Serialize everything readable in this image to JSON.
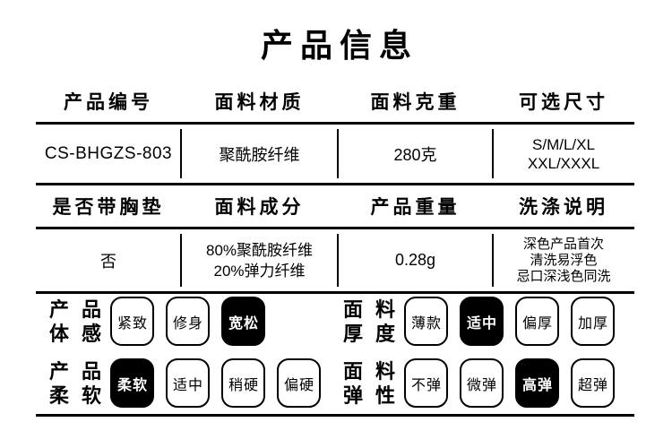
{
  "title": "产品信息",
  "colors": {
    "text": "#000000",
    "background": "#ffffff",
    "selected_chip_bg": "#000000",
    "selected_chip_text": "#ffffff"
  },
  "table": {
    "headers_row1": [
      "产品编号",
      "面料材质",
      "面料克重",
      "可选尺寸"
    ],
    "values_row1": {
      "product_code": "CS-BHGZS-803",
      "fabric_material": "聚酰胺纤维",
      "fabric_weight": "280克",
      "sizes_lines": [
        "S/M/L/XL",
        "XXL/XXXL"
      ]
    },
    "headers_row2": [
      "是否带胸垫",
      "面料成分",
      "产品重量",
      "洗涤说明"
    ],
    "values_row2": {
      "chest_pad": "否",
      "fabric_composition_lines": [
        "80%聚酰胺纤维",
        "20%弹力纤维"
      ],
      "product_weight": "0.28g",
      "washing_lines": [
        "深色产品首次",
        "清洗易浮色",
        "忌口深浅色同洗"
      ]
    }
  },
  "options": {
    "row1": {
      "left": {
        "label_lines": [
          "产品",
          "体感"
        ],
        "items": [
          {
            "label": "紧致",
            "selected": false
          },
          {
            "label": "修身",
            "selected": false
          },
          {
            "label": "宽松",
            "selected": true
          }
        ]
      },
      "right": {
        "label_lines": [
          "面料",
          "厚度"
        ],
        "items": [
          {
            "label": "薄款",
            "selected": false
          },
          {
            "label": "适中",
            "selected": true
          },
          {
            "label": "偏厚",
            "selected": false
          },
          {
            "label": "加厚",
            "selected": false
          }
        ]
      }
    },
    "row2": {
      "left": {
        "label_lines": [
          "产品",
          "柔软"
        ],
        "items": [
          {
            "label": "柔软",
            "selected": true
          },
          {
            "label": "适中",
            "selected": false
          },
          {
            "label": "稍硬",
            "selected": false
          },
          {
            "label": "偏硬",
            "selected": false
          }
        ]
      },
      "right": {
        "label_lines": [
          "面料",
          "弹性"
        ],
        "items": [
          {
            "label": "不弹",
            "selected": false
          },
          {
            "label": "微弹",
            "selected": false
          },
          {
            "label": "高弹",
            "selected": true
          },
          {
            "label": "超弹",
            "selected": false
          }
        ]
      }
    }
  }
}
